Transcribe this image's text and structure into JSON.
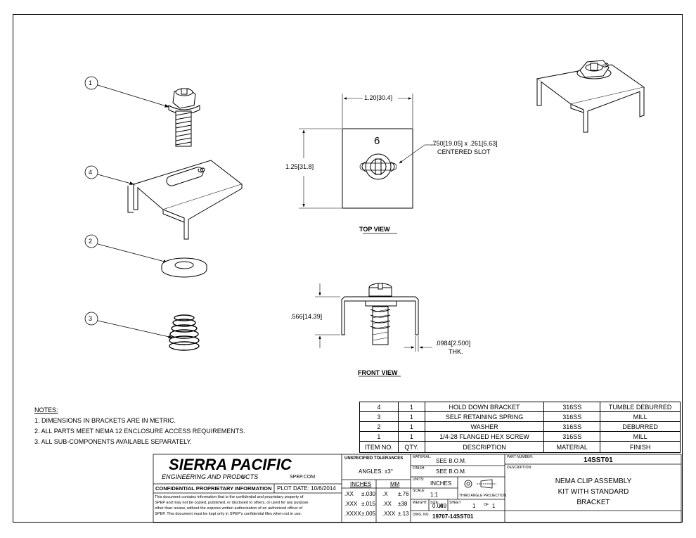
{
  "views": {
    "top_view_label": "TOP VIEW",
    "front_view_label": "FRONT VIEW",
    "balloons": [
      "1",
      "4",
      "2",
      "3"
    ],
    "top_width_dim": "1.20",
    "top_width_metric": "30.4",
    "top_height_dim": "1.25",
    "top_height_metric": "31.8",
    "slot_note_line1": ".750[19.05] x .261[6.63]",
    "slot_note_line2": "CENTERED SLOT",
    "bracket_mark": "6",
    "front_height_dim": ".566",
    "front_height_metric": "14.39",
    "thk_dim": ".0984",
    "thk_metric": "2.500",
    "thk_label": "THK."
  },
  "notes": {
    "title": "NOTES:",
    "items": [
      "1.  DIMENSIONS IN BRACKETS ARE IN METRIC.",
      "2.  ALL PARTS MEET NEMA 12 ENCLOSURE ACCESS REQUIREMENTS.",
      "3.  ALL SUB-COMPONENTS AVAILABLE SEPARATELY."
    ]
  },
  "bom": {
    "rows": [
      {
        "item": "4",
        "qty": "1",
        "desc": "HOLD DOWN BRACKET",
        "material": "316SS",
        "finish": "TUMBLE DEBURRED"
      },
      {
        "item": "3",
        "qty": "1",
        "desc": "SELF RETAINING SPRING",
        "material": "316SS",
        "finish": "MILL"
      },
      {
        "item": "2",
        "qty": "1",
        "desc": "WASHER",
        "material": "316SS",
        "finish": "DEBURRED"
      },
      {
        "item": "1",
        "qty": "1",
        "desc": "1/4-28 FLANGED HEX SCREW",
        "material": "316SS",
        "finish": "MILL"
      }
    ],
    "header": {
      "item": "ITEM NO.",
      "qty": "QTY.",
      "desc": "DESCRIPTION",
      "material": "MATERIAL",
      "finish": "FINISH"
    }
  },
  "title_block": {
    "company": "SIERRA PACIFIC",
    "company_sub": "ENGINEERING AND PRODUCTS",
    "registered": "®",
    "website": "SPEP.COM",
    "confidential": "CONFIDENTIAL PROPRIETARY INFORMATION",
    "plot_date": "PLOT DATE: 10/6/2014",
    "disclaimer": [
      "This document contains information that is the confidential and proprietary property of",
      "SPEP and may not be copied, published, or disclosed to others, or used for any purpose",
      "other than review, without the express written authorization of an authorized officer of",
      "SPEP. This document must be kept only in SPEP's confidential files when not in use."
    ],
    "tolerances_title": "UNSPECIFIED TOLERANCES",
    "angles": "ANGLES: ±3°",
    "inches_label": "INCHES",
    "mm_label": "MM",
    "tol_rows": [
      {
        "in_fmt": ".XX",
        "in_val": "±.030",
        "mm_fmt": ".X",
        "mm_val": "±.76"
      },
      {
        "in_fmt": ".XXX",
        "in_val": "±.015",
        "mm_fmt": ".XX",
        "mm_val": "±38"
      },
      {
        "in_fmt": ".XXXX",
        "in_val": "±.005",
        "mm_fmt": ".XXX",
        "mm_val": "±.13"
      }
    ],
    "material_label": "MATERIAL:",
    "material": "SEE B.O.M.",
    "finish_label": "FINISH:",
    "finish": "SEE B.O.M.",
    "units_label": "UNITS:",
    "units": "INCHES",
    "scale_label": "SCALE:",
    "scale": "1:1",
    "projection": "THIRD ANGLE PROJECTION",
    "weight_label": "WEIGHT:",
    "weight": "0.089",
    "size_label": "SIZE",
    "size": "A",
    "sheet_label": "SHEET",
    "sheet": "1",
    "of_label": "OF",
    "sheet_total": "1",
    "dwg_label": "DWG. NO.",
    "dwg_no": "19707-14SST01",
    "part_label": "PART NUMBER:",
    "part_number": "14SST01",
    "desc_label": "DESCRIPTION:",
    "description": [
      "NEMA CLIP ASSEMBLY",
      "KIT WITH STANDARD",
      "BRACKET"
    ]
  }
}
